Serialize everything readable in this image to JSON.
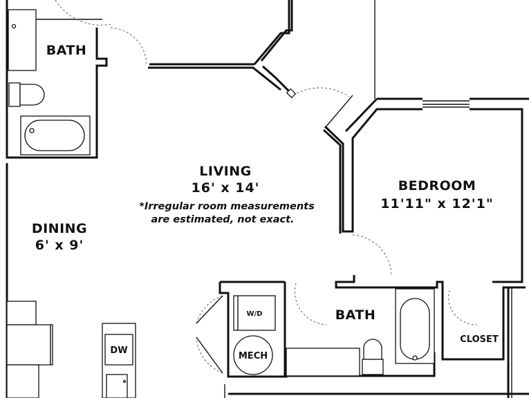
{
  "rooms": {
    "bath_top": {
      "name": "BATH"
    },
    "living": {
      "name": "LIVING",
      "dims": "16' x 14'"
    },
    "note": {
      "line1": "*Irregular room measurements",
      "line2": "are estimated, not exact."
    },
    "dining": {
      "name": "DINING",
      "dims": "6' x 9'"
    },
    "bedroom": {
      "name": "BEDROOM",
      "dims": "11'11\" x 12'1\""
    },
    "bath_bottom": {
      "name": "BATH"
    },
    "closet": {
      "name": "CLOSET"
    }
  },
  "fixtures": {
    "washer_dryer": "W/D",
    "mech": "MECH",
    "dishwasher": "DW"
  }
}
